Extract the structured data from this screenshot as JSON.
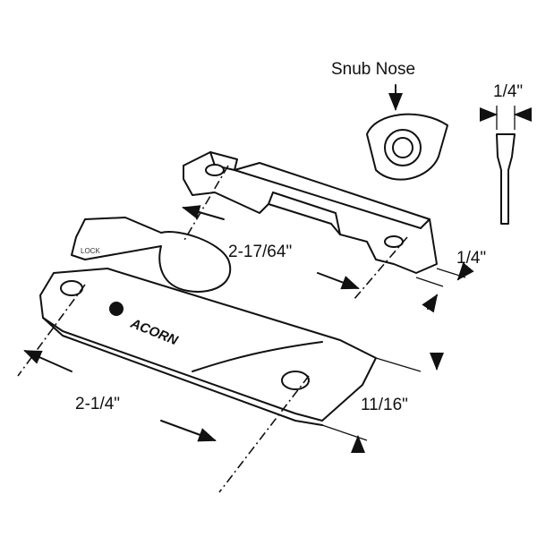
{
  "labels": {
    "snub_nose": "Snub Nose",
    "keeper_thickness": "1/4\"",
    "keeper_hole_spacing": "2-17/64\"",
    "keeper_width": "1/4\"",
    "lock_hole_spacing": "2-1/4\"",
    "lock_width": "11/16\""
  },
  "lever_text": "LOCK",
  "brand_logo": "ACORN"
}
